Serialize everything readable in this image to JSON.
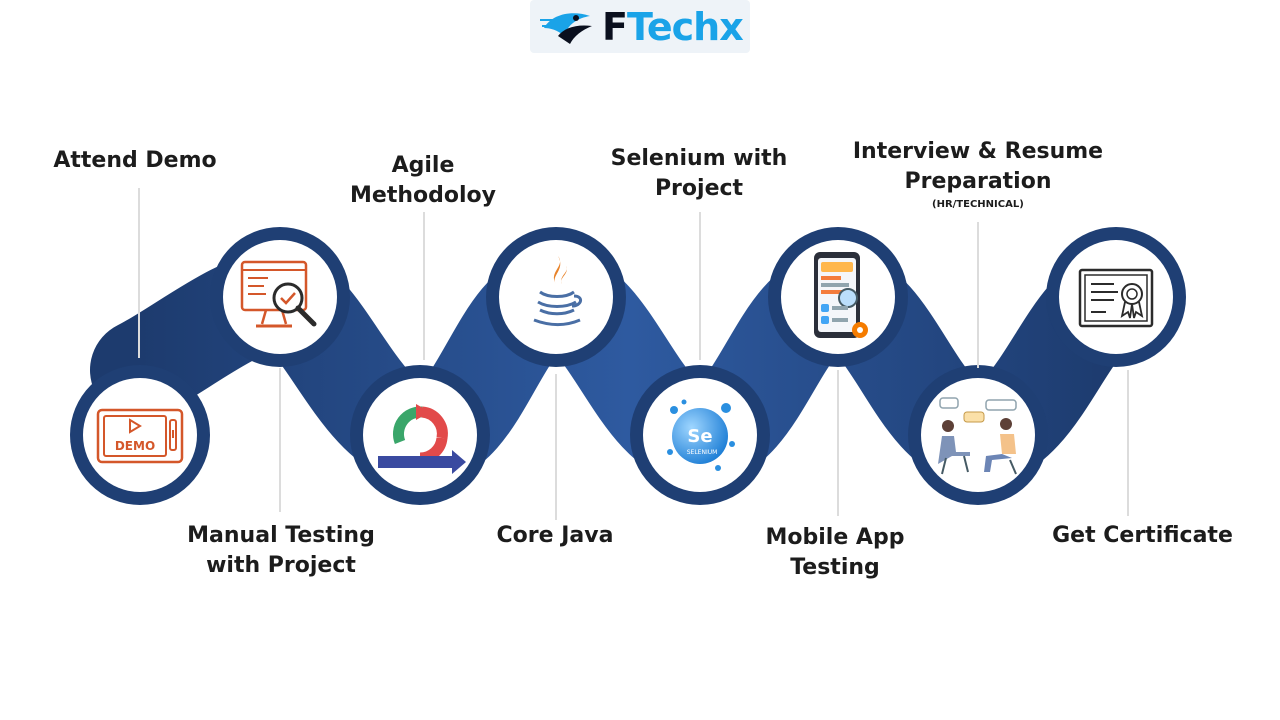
{
  "logo": {
    "brand_letter": "F",
    "brand_rest": "Techx"
  },
  "steps": [
    {
      "label_lines": [
        "Attend Demo"
      ],
      "icon": "demo-video-icon",
      "icon_text": "DEMO"
    },
    {
      "label_lines": [
        "Manual Testing",
        "with Project"
      ],
      "icon": "monitor-magnifier-icon"
    },
    {
      "label_lines": [
        "Agile",
        "Methodoloy"
      ],
      "icon": "agile-cycle-icon"
    },
    {
      "label_lines": [
        "Core Java"
      ],
      "icon": "java-icon"
    },
    {
      "label_lines": [
        "Selenium with",
        "Project"
      ],
      "icon": "selenium-icon",
      "icon_text": "Se",
      "icon_subtext": "SELENIUM"
    },
    {
      "label_lines": [
        "Mobile App",
        "Testing"
      ],
      "icon": "mobile-app-icon"
    },
    {
      "label_lines": [
        "Interview & Resume",
        "Preparation"
      ],
      "sublabel": "(HR/TECHNICAL)",
      "icon": "interview-icon"
    },
    {
      "label_lines": [
        "Get  Certificate"
      ],
      "icon": "certificate-icon"
    }
  ],
  "colors": {
    "chain_dark": "#1d3b6e",
    "chain_light": "#2e5aa0",
    "accent_orange": "#d4572a",
    "selenium_blue": "#2a8fe0"
  }
}
